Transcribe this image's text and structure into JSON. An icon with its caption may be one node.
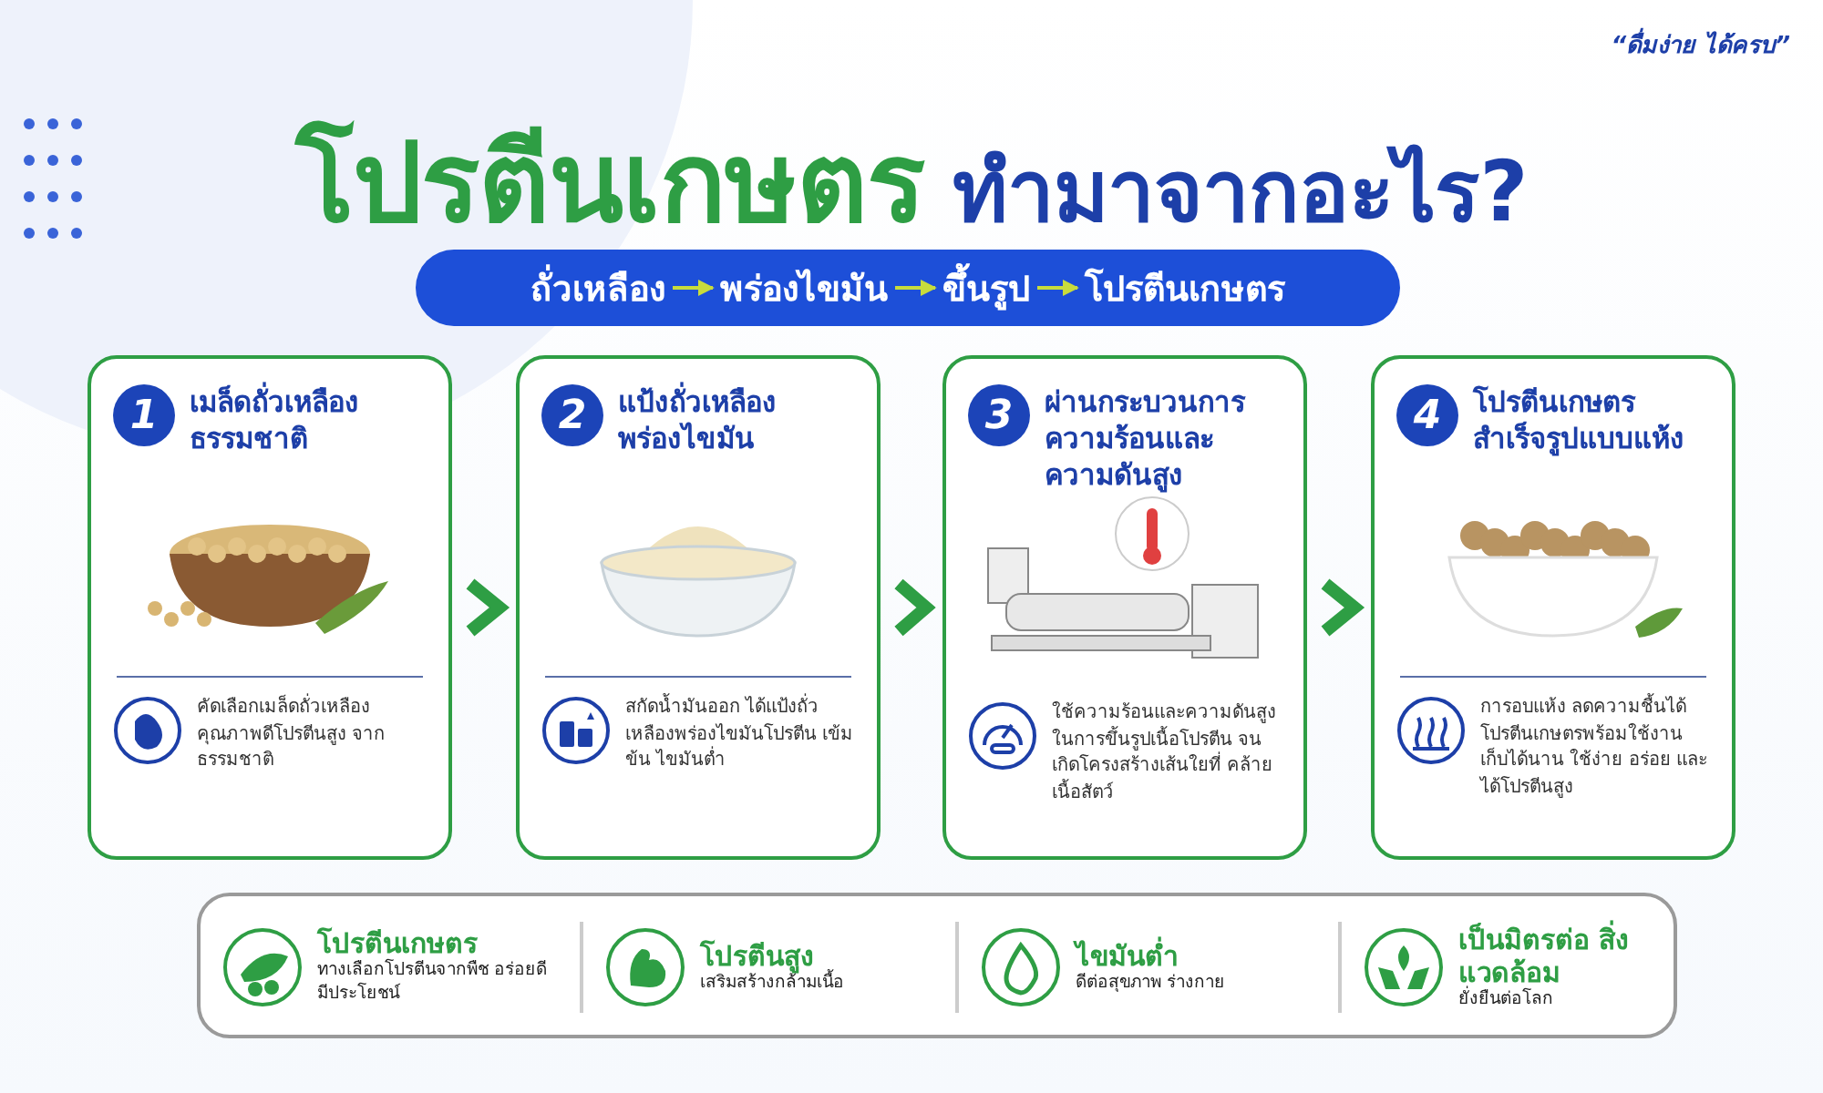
{
  "diagram": {
    "title": "**โปรตีนเกษตร** ทำมาจากอะไร?",
    "nodes": [
      {
        "text": [],
        "shape": "bar"
      },
      {
        "text": [
          "ถั่วเหลือง"
        ],
        "in": 0
      },
      {
        "text": [
          "พร่องไขมัน"
        ],
        "in": 0
      },
      {
        "text": [
          "ขึ้นรูป"
        ],
        "in": 0
      },
      {
        "text": [
          "โปรตีนเกษตร"
        ],
        "in": 0
      },
      {
        "text": [
          "1",
          "เมล็ดถั่วเหลือง ธรรมชาติ",
          "คัดเลือกเมล็ดถั่วเหลือง คุณภาพดีโปรตีนสูง จากธรรมชาติ"
        ]
      },
      {
        "text": [
          "2",
          "แป้งถั่วเหลือง พร่องไขมัน",
          "สกัดน้ำมันออก ได้แป้งถั่ว เหลืองพร่องไขมันโปรตีน เข้มข้น ไขมันต่ำ"
        ]
      },
      {
        "text": [
          "3",
          "ผ่านกระบวนการ ความร้อนและ ความดันสูง",
          "ใช้ความร้อนและความดันสูง ในการขึ้นรูปเนื้อโปรตีน จนเกิดโครงสร้างเส้นใยที่ คล้ายเนื้อสัตว์"
        ]
      },
      {
        "text": [
          "4",
          "โปรตีนเกษตร สำเร็จรูปแบบแห้ง",
          "การอบแห้ง ลดความชื้นได้ โปรตีนเกษตรพร้อมใช้งาน เก็บได้นาน ใช้ง่าย อร่อย และได้โปรตีนสูง"
        ]
      },
      {
        "text": [],
        "shape": "box"
      },
      {
        "text": [
          "โปรตีนเกษตร",
          "ทางเลือกโปรตีนจากพืช อร่อยดี มีประโยชน์"
        ],
        "in": 9
      },
      {
        "text": [
          "โปรตีนสูง",
          "เสริมสร้างกล้ามเนื้อ"
        ],
        "in": 9
      },
      {
        "text": [
          "ไขมันต่ำ",
          "ดีต่อสุขภาพ ร่างกาย"
        ],
        "in": 9
      },
      {
        "text": [
          "เป็นมิตรต่อ สิ่งแวดล้อม",
          "ยั่งยืนต่อโลก"
        ],
        "in": 9
      }
    ],
    "edges": [
      {
        "from": 1,
        "to": 2,
        "arrow": "to",
        "color": "#c8dc3c"
      },
      {
        "from": 2,
        "to": 3,
        "arrow": "to",
        "color": "#c8dc3c"
      },
      {
        "from": 3,
        "to": 4,
        "arrow": "to",
        "color": "#c8dc3c"
      },
      {
        "from": 5,
        "to": 6,
        "arrow": "to",
        "style": "thick",
        "color": "#2e9e44"
      },
      {
        "from": 6,
        "to": 7,
        "arrow": "to",
        "style": "thick",
        "color": "#2e9e44"
      },
      {
        "from": 7,
        "to": 8,
        "arrow": "to",
        "style": "thick",
        "color": "#2e9e44"
      }
    ],
    "labels": [
      "“ดื่มง่าย ได้ครบ”"
    ]
  }
}
